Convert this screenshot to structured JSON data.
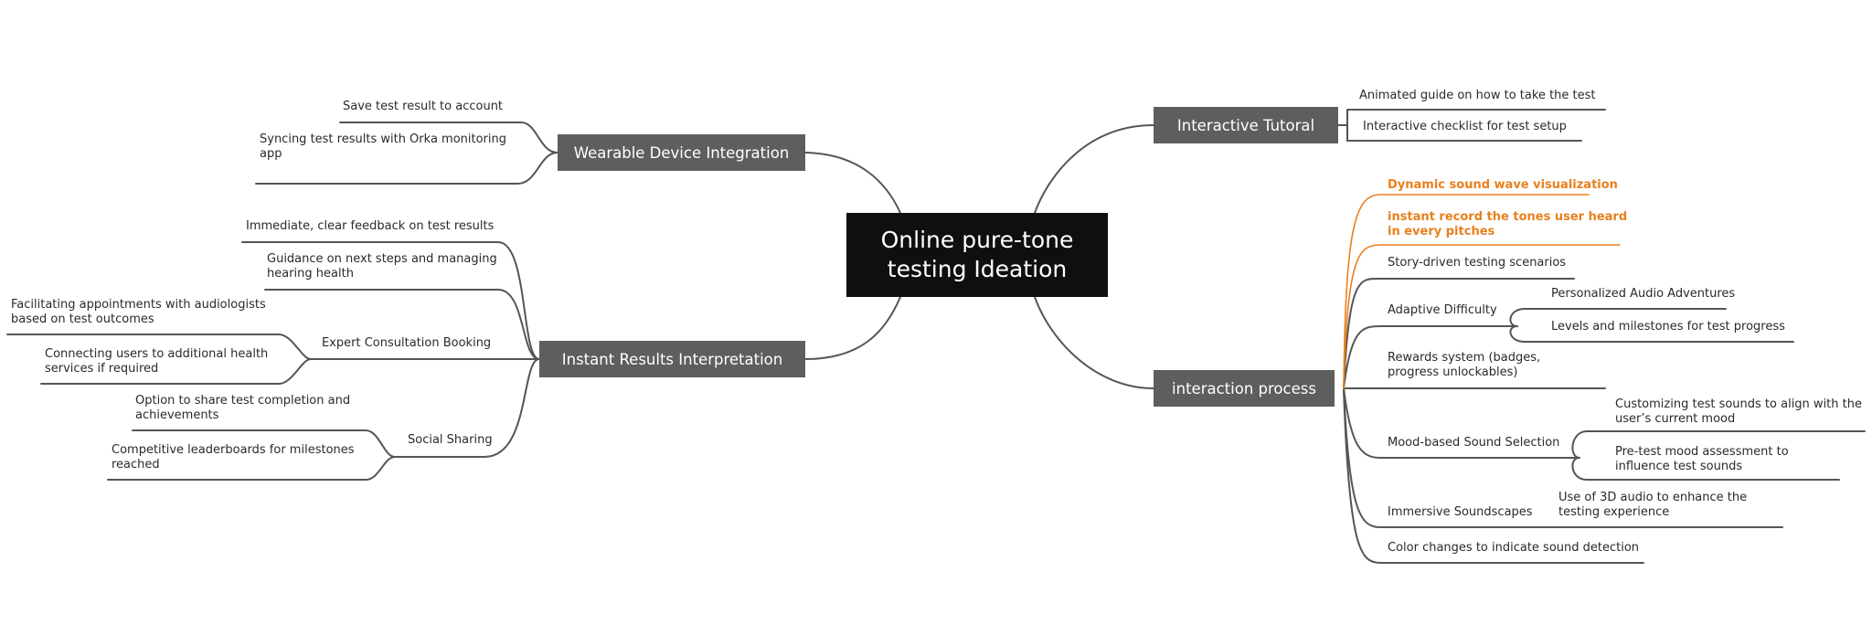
{
  "central": "Online pure-tone\ntesting Ideation",
  "colors": {
    "central_bg": "#0f0f0f",
    "topic_bg": "#5e5e5e",
    "line": "#555555",
    "highlight": "#e8801d"
  },
  "topics": {
    "wearable": {
      "title": "Wearable Device Integration",
      "items": [
        "Save test result to account",
        "Syncing test results with Orka monitoring app"
      ]
    },
    "results": {
      "title": "Instant Results Interpretation",
      "immediate": "Immediate, clear feedback on test results",
      "guidance": "Guidance on next steps and managing hearing health",
      "expert": {
        "label": "Expert Consultation Booking",
        "items": [
          "Facilitating appointments with audiologists based on test outcomes",
          "Connecting users to additional health services if required"
        ]
      },
      "social": {
        "label": "Social Sharing",
        "items": [
          "Option to share test completion and achievements",
          "Competitive leaderboards for milestones reached"
        ]
      }
    },
    "tutorial": {
      "title": "Interactive Tutoral",
      "items": [
        "Animated guide on how to take the test",
        "Interactive checklist for test setup"
      ]
    },
    "interaction": {
      "title": "interaction process",
      "wave": "Dynamic sound wave visualization",
      "record": "instant record the tones user heard in every pitches",
      "story": "Story-driven testing scenarios",
      "adaptive": {
        "label": "Adaptive Difficulty",
        "items": [
          "Personalized Audio Adventures",
          "Levels and milestones for test progress"
        ]
      },
      "rewards": "Rewards system (badges, progress unlockables)",
      "mood": {
        "label": "Mood-based Sound Selection",
        "items": [
          "Customizing test sounds to align with the user’s current mood",
          "Pre-test mood assessment to influence test sounds"
        ]
      },
      "immersive": {
        "label": "Immersive Soundscapes",
        "items": [
          "Use of 3D audio to enhance the testing experience"
        ]
      },
      "color": "Color changes to indicate sound detection"
    }
  }
}
